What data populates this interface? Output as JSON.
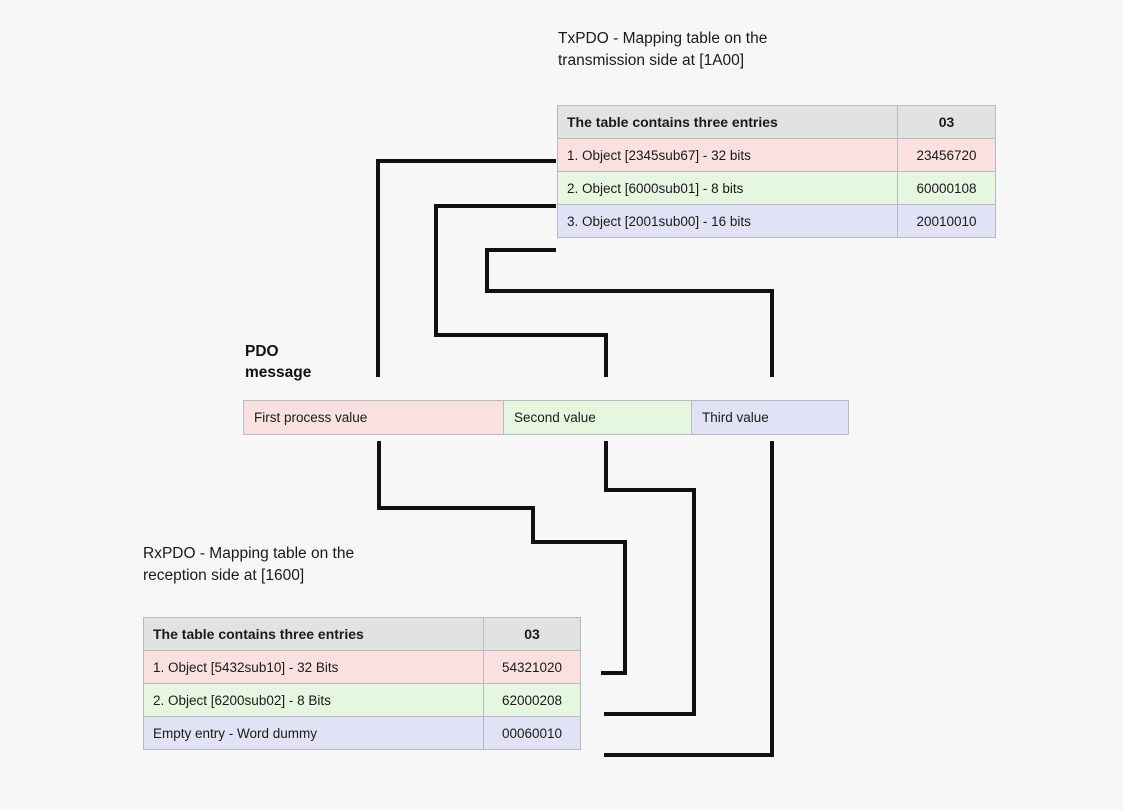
{
  "background_color": "#f7f7f7",
  "colors": {
    "row_first": "#fbe0e0",
    "row_second": "#e5f7e0",
    "row_third": "#e2e2f7",
    "header": "#e2e2e2",
    "border": "#b9b9c2",
    "wire": "#111111"
  },
  "tx": {
    "caption": "TxPDO - Mapping table on the\ntransmission side at [1A00]",
    "table": {
      "header": {
        "label": "The table contains three entries",
        "count": "03"
      },
      "rows": [
        {
          "entry": "1. Object [2345sub67] - 32 bits",
          "value": "23456720"
        },
        {
          "entry": "2. Object [6000sub01] - 8 bits",
          "value": "60000108"
        },
        {
          "entry": "3. Object [2001sub00] - 16 bits",
          "value": "20010010"
        }
      ]
    }
  },
  "rx": {
    "caption": "RxPDO - Mapping table on the\nreception side at [1600]",
    "table": {
      "header": {
        "label": "The table contains three entries",
        "count": "03"
      },
      "rows": [
        {
          "entry": "1. Object [5432sub10] - 32 Bits",
          "value": "54321020"
        },
        {
          "entry": "2. Object [6200sub02] - 8 Bits",
          "value": "62000208"
        },
        {
          "entry": "Empty entry - Word dummy",
          "value": "00060010"
        }
      ]
    }
  },
  "pdo_message": {
    "label": "PDO\nmessage",
    "segments": [
      {
        "label": "First process value"
      },
      {
        "label": "Second value"
      },
      {
        "label": "Third value"
      }
    ]
  }
}
